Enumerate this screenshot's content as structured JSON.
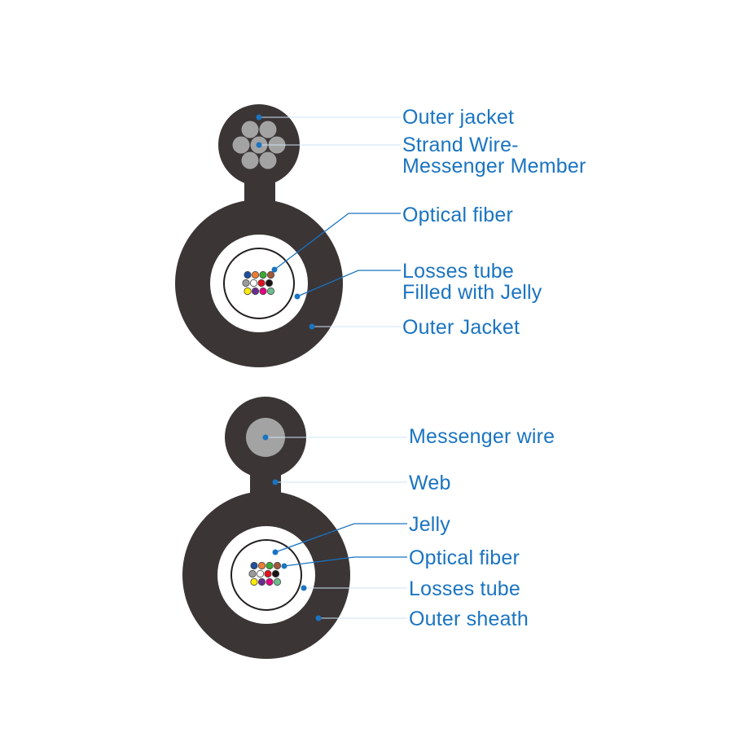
{
  "colors": {
    "jacket": "#3b3536",
    "strand": "#a3a3a3",
    "label": "#1a74c1",
    "leader": "#1a74c1",
    "leader_light": "#cfe3f3",
    "tube_line": "#231f20"
  },
  "fiber_colors": [
    "#1f4e9c",
    "#ee7d33",
    "#3aa935",
    "#a0573a",
    "#9b9b9b",
    "#ffffff",
    "#e3101f",
    "#1a1414",
    "#ffec00",
    "#6a2c91",
    "#e4007f",
    "#6dbd8d"
  ],
  "diagram1": {
    "labels": [
      {
        "id": "outer-jacket-top",
        "lines": [
          "Outer jacket"
        ]
      },
      {
        "id": "strand-wire",
        "lines": [
          "Strand Wire-",
          "Messenger Member"
        ]
      },
      {
        "id": "optical-fiber",
        "lines": [
          "Optical fiber"
        ]
      },
      {
        "id": "losses-tube",
        "lines": [
          "Losses tube",
          "Filled with Jelly"
        ]
      },
      {
        "id": "outer-jacket-bottom",
        "lines": [
          "Outer Jacket"
        ]
      }
    ]
  },
  "diagram2": {
    "labels": [
      {
        "id": "messenger-wire",
        "lines": [
          "Messenger wire"
        ]
      },
      {
        "id": "web",
        "lines": [
          "Web"
        ]
      },
      {
        "id": "jelly",
        "lines": [
          "Jelly"
        ]
      },
      {
        "id": "optical-fiber",
        "lines": [
          "Optical fiber"
        ]
      },
      {
        "id": "losses-tube",
        "lines": [
          "Losses tube"
        ]
      },
      {
        "id": "outer-sheath",
        "lines": [
          "Outer sheath"
        ]
      }
    ]
  }
}
